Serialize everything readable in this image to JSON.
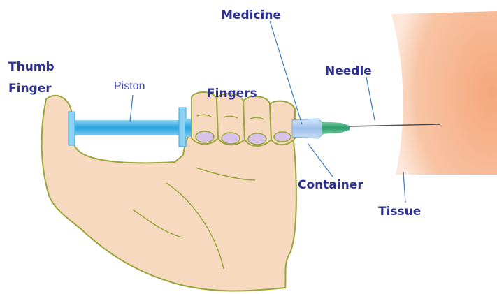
{
  "colors": {
    "label": "#2e3192",
    "label_light": "#3f48cc",
    "leader_line": "#3a7dbf",
    "hand_fill": "#f6d9bf",
    "hand_stroke": "#9aa63c",
    "tissue": "#f7b993",
    "syringe_barrel": "#3aa9e0",
    "syringe_light": "#9ed8f5",
    "container": "#a9c9ee",
    "needle_hub": "#3aa57a",
    "needle": "#555555"
  },
  "labels": {
    "thumb_line1": "Thumb",
    "thumb_line2": "Finger",
    "piston": "Piston",
    "fingers": "Fingers",
    "medicine": "Medicine",
    "needle": "Needle",
    "container": "Container",
    "tissue": "Tissue"
  }
}
